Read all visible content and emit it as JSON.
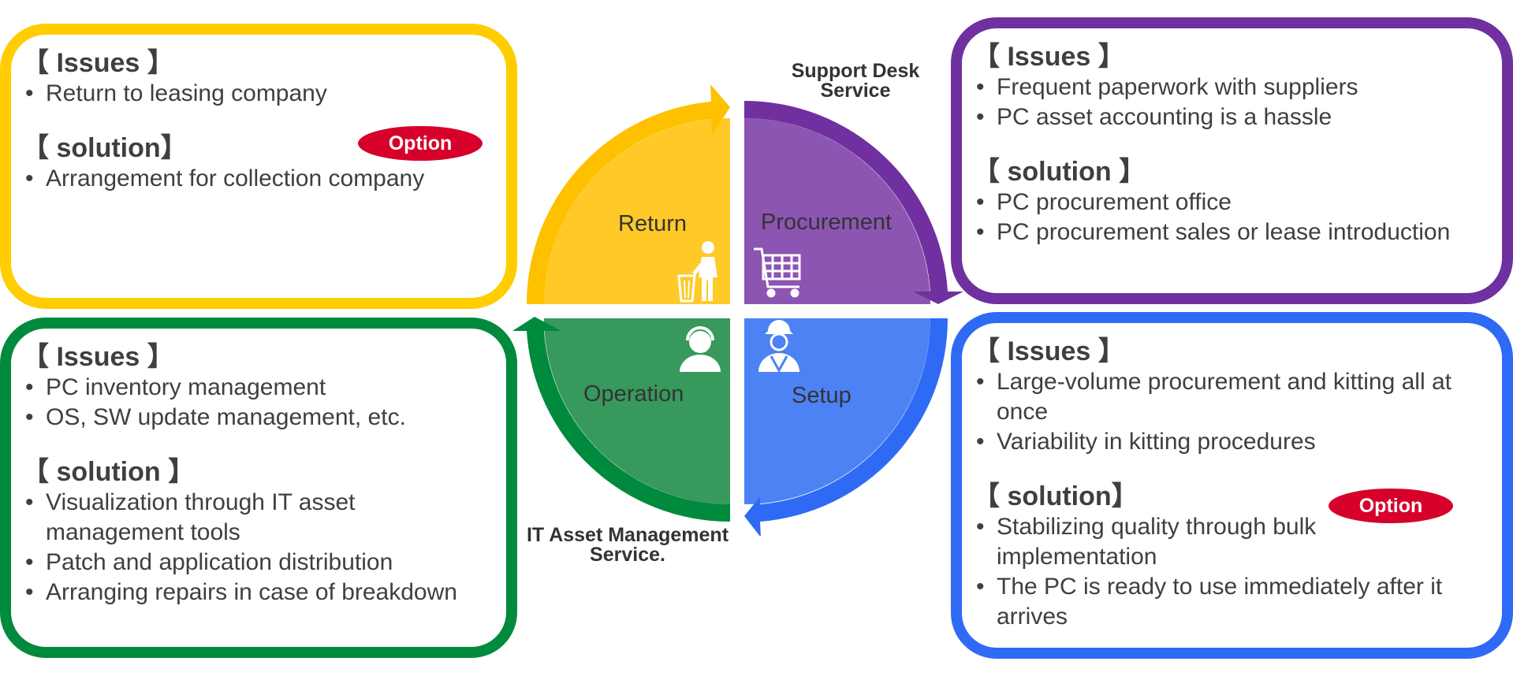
{
  "panels": {
    "return": {
      "issues_heading": "【 Issues 】",
      "issues": [
        "Return to leasing company"
      ],
      "solution_heading": "【 solution】",
      "solutions": [
        "Arrangement for collection company"
      ],
      "option": "Option"
    },
    "procurement": {
      "issues_heading": "【 Issues 】",
      "issues": [
        "Frequent paperwork with suppliers",
        "PC asset accounting is a hassle"
      ],
      "solution_heading": "【 solution 】",
      "solutions": [
        "PC procurement office",
        "PC procurement sales or lease introduction"
      ]
    },
    "operation": {
      "issues_heading": "【 Issues 】",
      "issues": [
        "PC inventory management",
        "OS, SW update management, etc."
      ],
      "solution_heading": "【 solution 】",
      "solutions": [
        "Visualization through IT asset management tools",
        "Patch and application distribution",
        "Arranging repairs in case of breakdown"
      ]
    },
    "setup": {
      "issues_heading": "【 Issues 】",
      "issues": [
        "Large-volume procurement and kitting all at once",
        "Variability in kitting procedures"
      ],
      "solution_heading": "【 solution】",
      "solutions": [
        "Stabilizing quality through bulk implementation",
        "The PC is ready to use immediately after it arrives"
      ],
      "option": "Option"
    }
  },
  "cycle": {
    "return_label": "Return",
    "procurement_label": "Procurement",
    "operation_label": "Operation",
    "setup_label": "Setup",
    "icons": {
      "return": "person-disposing-trash-icon",
      "procurement": "shopping-cart-icon",
      "operation": "support-operator-headset-icon",
      "setup": "worker-hardhat-icon"
    }
  },
  "services": {
    "support_desk": [
      "Support Desk",
      "Service"
    ],
    "it_asset": [
      "IT Asset Management",
      "Service."
    ]
  },
  "colors": {
    "yellow": "#ffcd00",
    "purple": "#7030a0",
    "green": "#008a3e",
    "blue": "#2f6af5",
    "option_red": "#d6002b"
  }
}
